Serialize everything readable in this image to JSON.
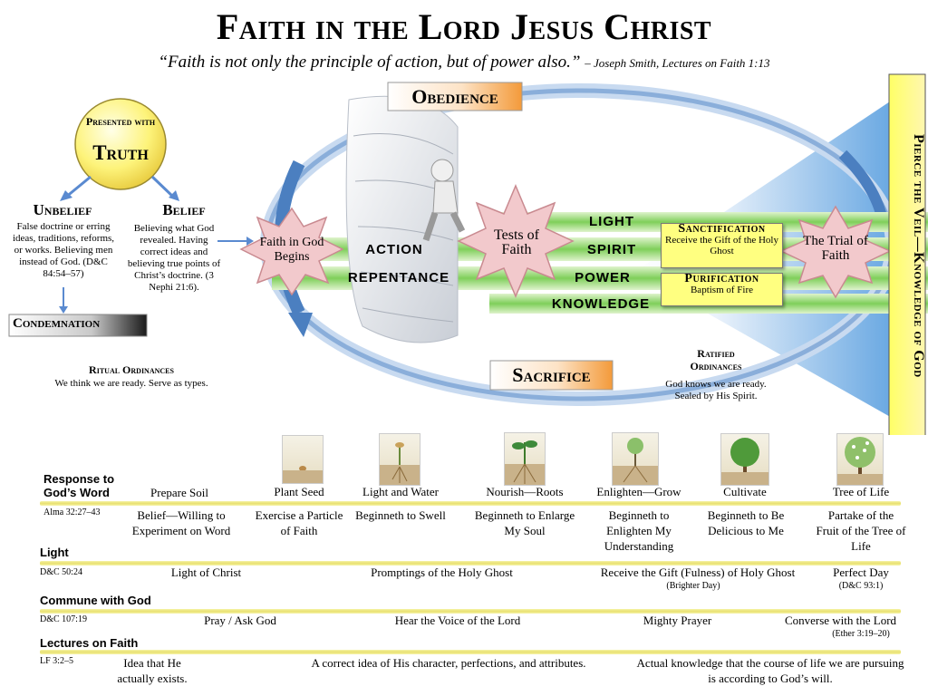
{
  "header": {
    "title": "Faith in the Lord Jesus Christ",
    "quote": "“Faith is not only the principle of action, but of power also.”",
    "citation": "– Joseph Smith, Lectures on Faith 1:13"
  },
  "left": {
    "presented_with": "Presented with",
    "truth": "Truth",
    "unbelief_title": "Unbelief",
    "unbelief_text": "False doctrine or erring ideas, traditions, reforms, or works. Believing men instead of God. (D&C 84:54–57)",
    "belief_title": "Belief",
    "belief_text": "Believing what God revealed. Having correct ideas and believing true points of Christ’s doctrine. (3 Nephi 21:6).",
    "condemnation": "Condemnation",
    "ritual_title": "Ritual Ordinances",
    "ritual_text": "We think we are ready. Serve as types."
  },
  "cycle": {
    "obedience": "Obedience",
    "sacrifice": "Sacrifice",
    "faith_begins": "Faith in God Begins",
    "tests": "Tests of Faith",
    "trial": "The Trial of Faith",
    "action": "ACTION",
    "repentance": "REPENTANCE",
    "light": "LIGHT",
    "spirit": "SPIRIT",
    "power": "POWER",
    "knowledge": "KNOWLEDGE",
    "sanctification_title": "Sanctification",
    "sanctification_text": "Receive the Gift of the Holy Ghost",
    "purification_title": "Purification",
    "purification_text": "Baptism of Fire",
    "ratified_title": "Ratified Ordinances",
    "ratified_text": "God knows we are ready. Sealed by His Spirit.",
    "veil": "Pierce the Veil—Knowledge of God"
  },
  "rows": {
    "response_title": "Response to God’s Word",
    "response_ref": "Alma 32:27–43",
    "stages": [
      "Prepare Soil",
      "Plant Seed",
      "Light and Water",
      "Nourish—Roots",
      "Enlighten—Grow",
      "Cultivate",
      "Tree of Life"
    ],
    "stage_desc": [
      "Belief—Willing to Experiment on Word",
      "Exercise a Particle of Faith",
      "Beginneth to Swell",
      "Beginneth to Enlarge My Soul",
      "Beginneth to Enlighten My Understanding",
      "Beginneth to Be Delicious to Me",
      "Partake of the Fruit of the Tree of Life"
    ],
    "light_title": "Light",
    "light_ref": "D&C 50:24",
    "light_cells": [
      "Light of Christ",
      "Promptings of the Holy Ghost",
      "Receive the Gift (Fulness) of Holy Ghost",
      "Perfect Day"
    ],
    "light_sub1": "(Brighter Day)",
    "light_sub2": "(D&C 93:1)",
    "commune_title": "Commune with God",
    "commune_ref": "D&C 107:19",
    "commune_cells": [
      "Pray / Ask God",
      "Hear the Voice of the Lord",
      "Mighty Prayer",
      "Converse with the Lord"
    ],
    "commune_sub": "(Ether 3:19–20)",
    "lectures_title": "Lectures on Faith",
    "lectures_ref": "LF 3:2–5",
    "lectures_cells": [
      "Idea that He actually exists.",
      "A correct idea of His character, perfections, and attributes.",
      "Actual knowledge that the course of life we are pursuing is according to God’s will."
    ]
  },
  "colors": {
    "accent_orange": "#f39a3a",
    "star_fill": "#f2c9cc",
    "band_green": "#7fcf5a",
    "ellipse_blue": "#5f8fc8",
    "note_yellow": "#ffff80"
  }
}
